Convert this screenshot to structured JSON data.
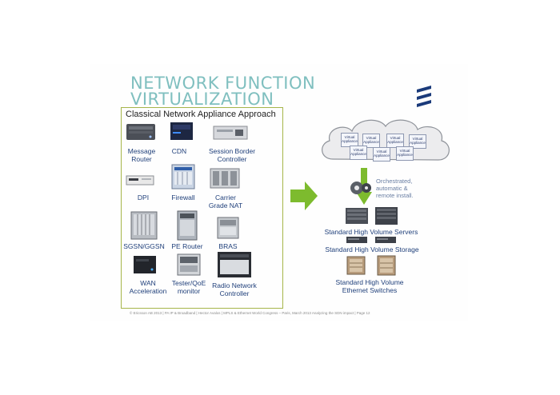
{
  "slide": {
    "title_line1": "NETWORK FUNCTION",
    "title_line2": "VIRTUALIZATION",
    "panel_title": "Classical Network Appliance Approach",
    "devices": [
      {
        "label": "Message\nRouter",
        "icon": "rack-server-icon"
      },
      {
        "label": "CDN",
        "icon": "server-box-icon"
      },
      {
        "label": "Session Border\nController",
        "icon": "appliance-icon"
      },
      {
        "label": "DPI",
        "icon": "pizza-box-icon"
      },
      {
        "label": "Firewall",
        "icon": "chassis-icon"
      },
      {
        "label": "Carrier\nGrade NAT",
        "icon": "server-array-icon"
      },
      {
        "label": "SGSN/GGSN",
        "icon": "chassis-icon"
      },
      {
        "label": "PE Router",
        "icon": "router-chassis-icon"
      },
      {
        "label": "BRAS",
        "icon": "blade-chassis-icon"
      },
      {
        "label": "WAN\nAcceleration",
        "icon": "black-box-icon"
      },
      {
        "label": "Tester/QoE\nmonitor",
        "icon": "tester-icon"
      },
      {
        "label": "Radio Network\nController",
        "icon": "rack-icon"
      }
    ],
    "virtual_appliance_label": "Virtual\nAppliance",
    "orchestration_text": "Orchestrated,\nautomatic &\nremote install.",
    "servers_label": "Standard High Volume Servers",
    "storage_label": "Standard High Volume Storage",
    "switches_label": "Standard High Volume\nEthernet Switches",
    "footer": "© Ericsson AB 2013 | PA IP & Broadband | Hector Avalos | MPLS & Ethernet World Congress – Paris, March 2013 Analyzing the SDN impact | Page 12",
    "colors": {
      "title": "#7fbfbf",
      "panel_border": "#a6b54a",
      "arrow": "#7dbb2e",
      "label": "#1f3f7a"
    }
  }
}
